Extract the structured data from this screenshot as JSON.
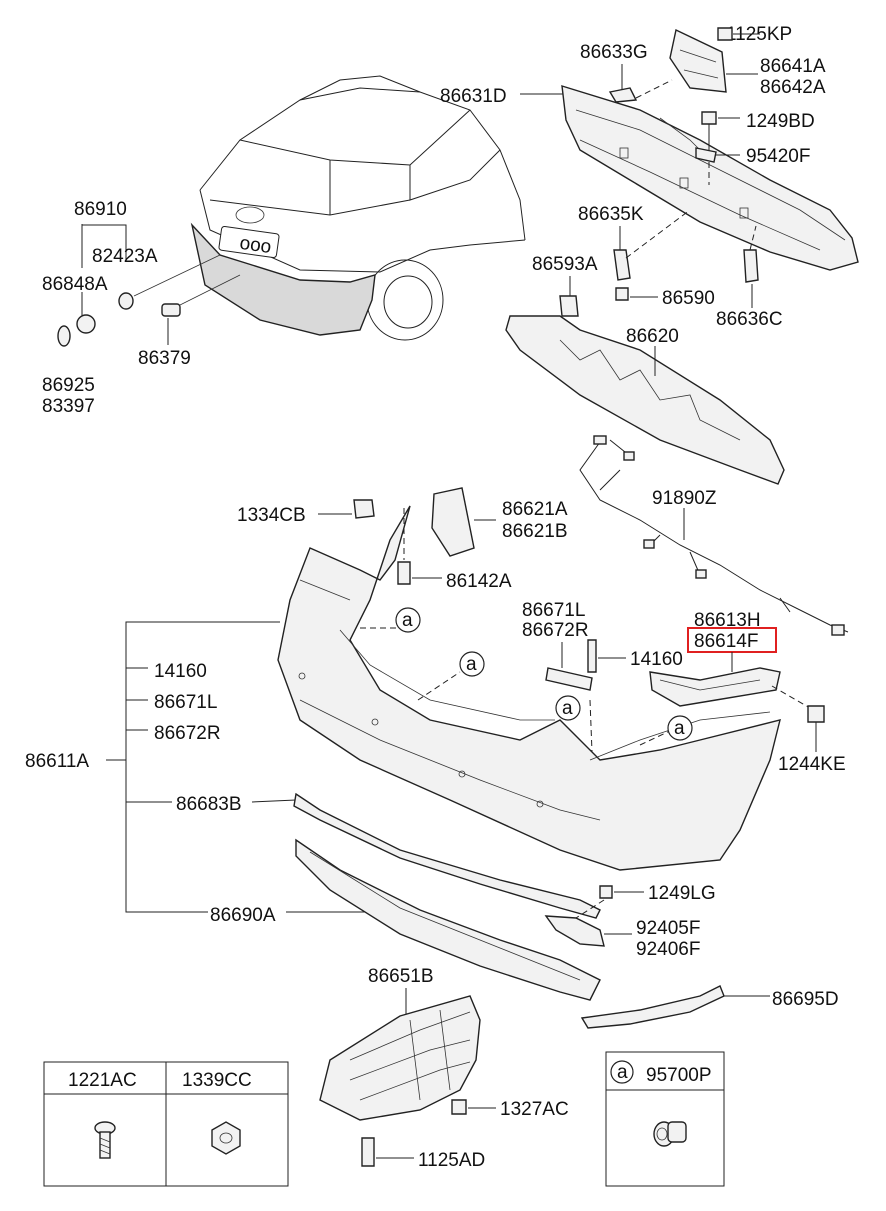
{
  "labels": {
    "p1125KP": "1125KP",
    "p86633G": "86633G",
    "p86641A": "86641A",
    "p86642A": "86642A",
    "p86631D": "86631D",
    "p1249BD": "1249BD",
    "p95420F": "95420F",
    "p86910": "86910",
    "p82423A": "82423A",
    "p86848A": "86848A",
    "p86925": "86925",
    "p83397": "83397",
    "p86379": "86379",
    "p86635K": "86635K",
    "p86593A": "86593A",
    "p86590": "86590",
    "p86636C": "86636C",
    "p86620": "86620",
    "p91890Z": "91890Z",
    "p1334CB": "1334CB",
    "p86621A": "86621A",
    "p86621B": "86621B",
    "p86142A": "86142A",
    "p86671L_top": "86671L",
    "p86672R_top": "86672R",
    "p14160_top": "14160",
    "p86613H": "86613H",
    "p86614F": "86614F",
    "p1244KE": "1244KE",
    "p14160_left": "14160",
    "p86671L_left": "86671L",
    "p86672R_left": "86672R",
    "p86611A": "86611A",
    "p86683B": "86683B",
    "p86690A": "86690A",
    "p1249LG": "1249LG",
    "p92405F": "92405F",
    "p92406F": "92406F",
    "p86651B": "86651B",
    "p86695D": "86695D",
    "p1327AC": "1327AC",
    "p1125AD": "1125AD",
    "callout_a": "a"
  },
  "legend_table": {
    "col1": "1221AC",
    "col2": "1339CC"
  },
  "legend_a": {
    "marker": "a",
    "part": "95700P"
  },
  "highlight": {
    "part": "86614F",
    "color": "#e02020"
  }
}
